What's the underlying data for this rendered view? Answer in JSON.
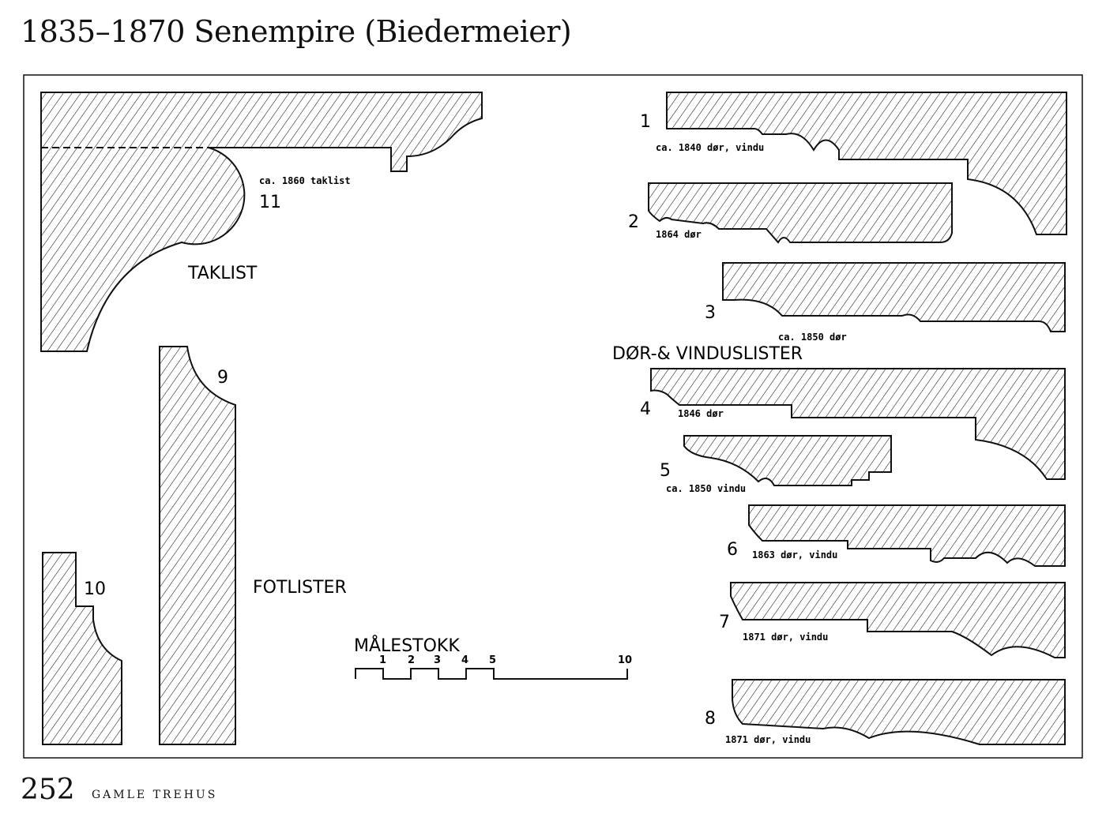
{
  "page": {
    "title": "1835–1870 Senempire (Biedermeier)",
    "page_number": "252",
    "book_title": "GAMLE TREHUS"
  },
  "figure": {
    "taklist": {
      "heading": "TAKLIST",
      "number": "11",
      "caption": "ca. 1860 taklist"
    },
    "fotlister": {
      "heading": "FOTLISTER",
      "items": [
        {
          "number": "9"
        },
        {
          "number": "10"
        }
      ]
    },
    "dorlister": {
      "heading": "DØR-& VINDUSLISTER",
      "items": [
        {
          "number": "1",
          "caption": "ca. 1840 dør, vindu"
        },
        {
          "number": "2",
          "caption": "1864 dør"
        },
        {
          "number": "3",
          "caption": "ca. 1850 dør"
        },
        {
          "number": "4",
          "caption": "1846 dør"
        },
        {
          "number": "5",
          "caption": "ca. 1850 vindu"
        },
        {
          "number": "6",
          "caption": "1863 dør, vindu"
        },
        {
          "number": "7",
          "caption": "1871 dør, vindu"
        },
        {
          "number": "8",
          "caption": "1871 dør, vindu"
        }
      ]
    },
    "scale": {
      "heading": "MÅLESTOKK",
      "ticks": [
        "1",
        "2",
        "3",
        "4",
        "5",
        "10"
      ]
    }
  }
}
